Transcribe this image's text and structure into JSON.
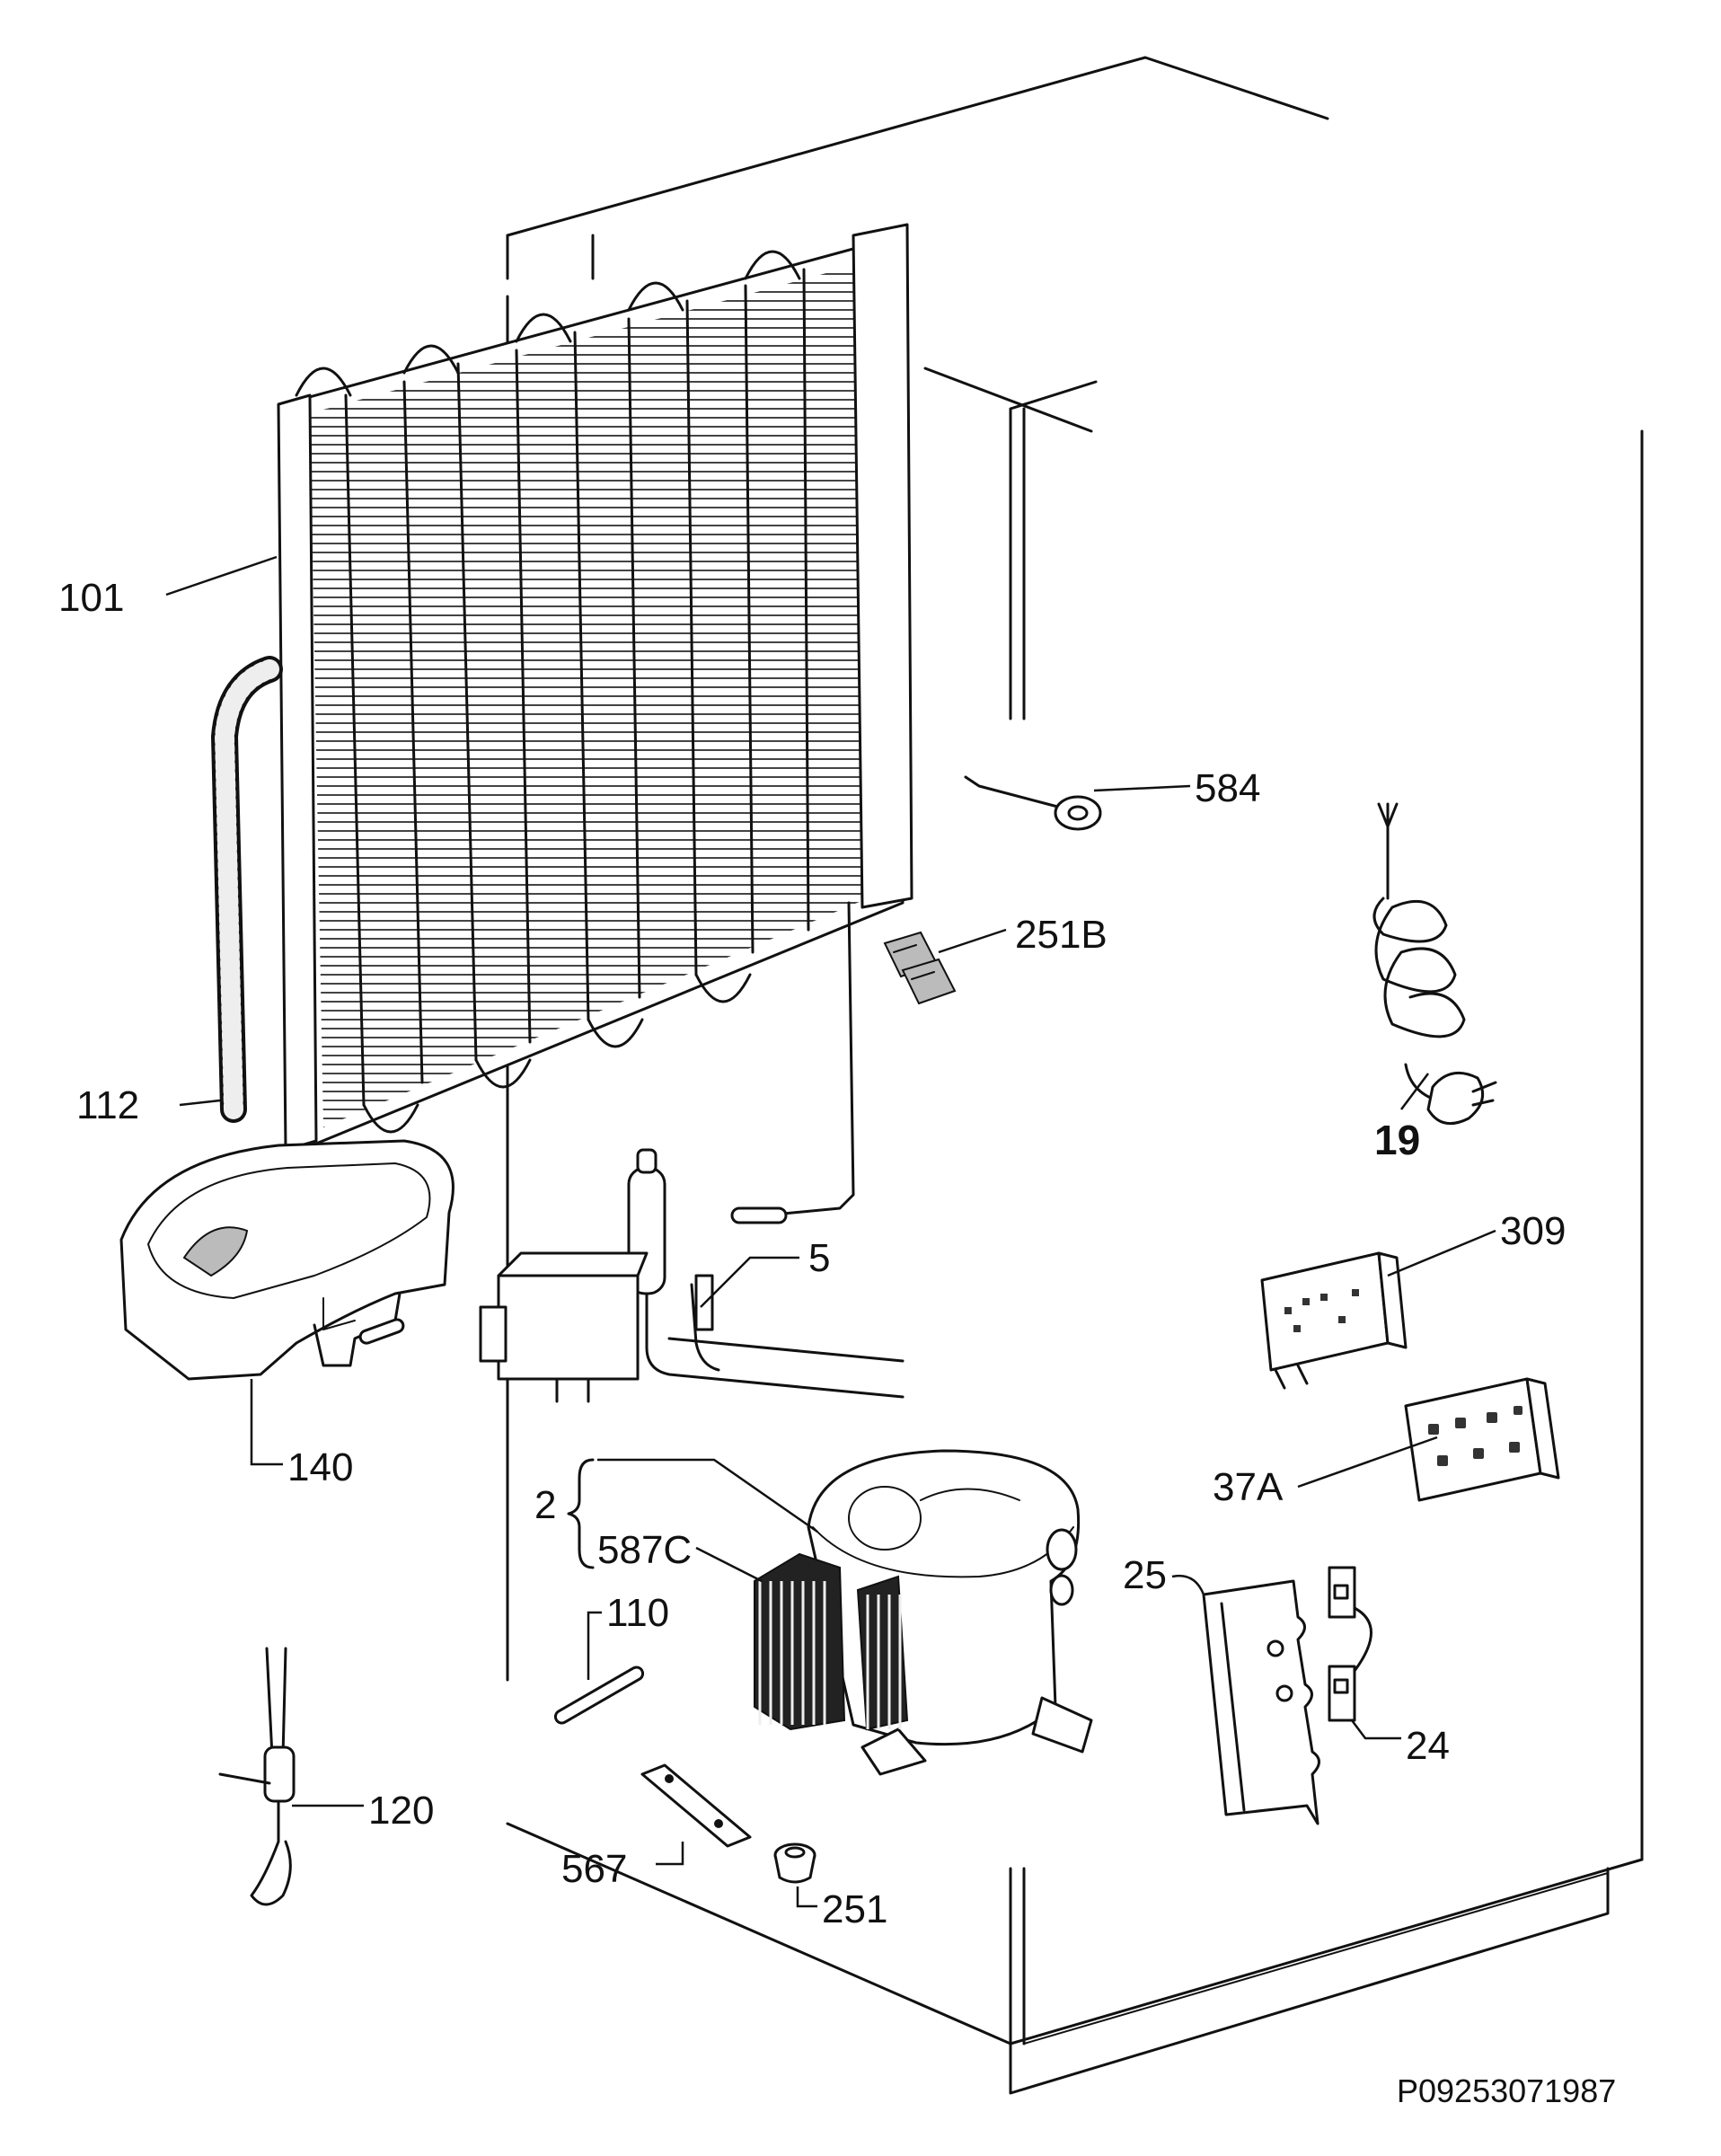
{
  "diagram": {
    "drawing_number": "P09253071987",
    "part_labels": {
      "p101": "101",
      "p112": "112",
      "p140": "140",
      "p5": "5",
      "p584": "584",
      "p251B": "251B",
      "p19": "19",
      "p309": "309",
      "p37A": "37A",
      "p2": "2",
      "p587C": "587C",
      "p110": "110",
      "p25": "25",
      "p24": "24",
      "p120": "120",
      "p567": "567",
      "p251": "251"
    }
  }
}
